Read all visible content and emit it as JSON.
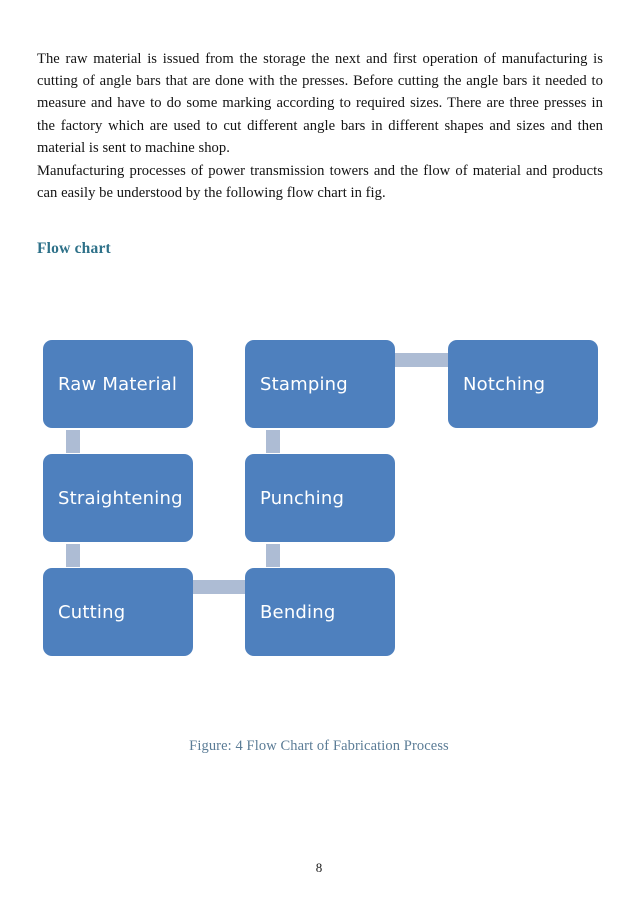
{
  "document": {
    "page_number": "8",
    "paragraphs": [
      "The raw material is issued from the storage the next and first operation of manufacturing is cutting of angle bars that are done with the presses. Before cutting the angle bars it needed to measure and have to do some marking according to required sizes. There are three presses in the factory which are used to cut different angle bars in different shapes and sizes and then material is sent to machine shop.",
      "Manufacturing processes of power transmission towers and the flow of material and products can easily be understood by the following flow chart in fig."
    ],
    "heading": "Flow chart",
    "caption": "Figure: 4 Flow Chart of Fabrication Process"
  },
  "flowchart": {
    "type": "diagram",
    "node_fill_color": "#4e80be",
    "node_text_color": "#ffffff",
    "connector_color": "#adbcd4",
    "nodes": [
      {
        "id": "raw-material",
        "label": "Raw Material",
        "column": 1,
        "row": 1
      },
      {
        "id": "straightening",
        "label": "Straightening",
        "column": 1,
        "row": 2
      },
      {
        "id": "cutting",
        "label": "Cutting",
        "column": 1,
        "row": 3
      },
      {
        "id": "stamping",
        "label": "Stamping",
        "column": 2,
        "row": 1
      },
      {
        "id": "punching",
        "label": "Punching",
        "column": 2,
        "row": 2
      },
      {
        "id": "bending",
        "label": "Bending",
        "column": 2,
        "row": 3
      },
      {
        "id": "notching",
        "label": "Notching",
        "column": 3,
        "row": 1
      }
    ],
    "edges": [
      {
        "from": "raw-material",
        "to": "straightening",
        "orientation": "vertical"
      },
      {
        "from": "straightening",
        "to": "cutting",
        "orientation": "vertical"
      },
      {
        "from": "cutting",
        "to": "bending",
        "orientation": "horizontal"
      },
      {
        "from": "bending",
        "to": "punching",
        "orientation": "vertical"
      },
      {
        "from": "punching",
        "to": "stamping",
        "orientation": "vertical"
      },
      {
        "from": "stamping",
        "to": "notching",
        "orientation": "horizontal"
      }
    ]
  }
}
